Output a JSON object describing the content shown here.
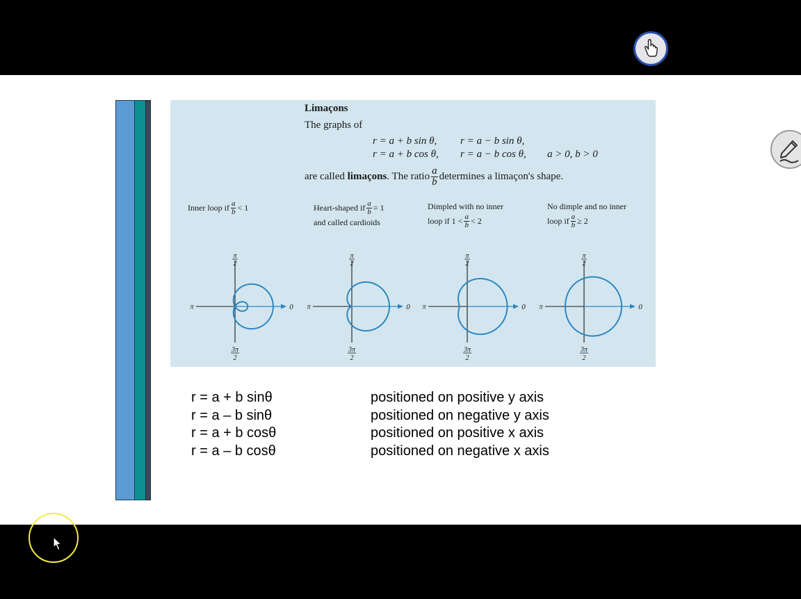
{
  "panel": {
    "title": "Limaçons",
    "intro": "The graphs of",
    "eq_row1_a": "r = a + b sin θ,",
    "eq_row1_b": "r = a − b sin θ,",
    "eq_row2_a": "r = a + b cos θ,",
    "eq_row2_b": "r = a − b cos θ,",
    "eq_row2_cond": "a > 0, b > 0",
    "called_prefix": "are called ",
    "called_bold": "limaçons",
    "called_mid": ". The ratio",
    "called_suffix": "determines a limaçon's shape.",
    "frac_num": "a",
    "frac_den": "b",
    "cases": [
      {
        "line1_pre": "Inner loop if",
        "line1_post": "< 1",
        "line2": ""
      },
      {
        "line1_pre": "Heart-shaped if",
        "line1_post": "= 1",
        "line2": "and called cardioids"
      },
      {
        "line1_pre": "Dimpled with no inner",
        "line1_post": "",
        "line2_pre": "loop if 1 <",
        "line2_post": "< 2"
      },
      {
        "line1_pre": "No dimple and no inner",
        "line1_post": "",
        "line2_pre": "loop if",
        "line2_post": "≥ 2"
      }
    ],
    "axis_labels": {
      "top_num": "π",
      "top_den": "2",
      "left": "π",
      "right": "0",
      "bottom_num": "3π",
      "bottom_den": "2"
    }
  },
  "equations": [
    {
      "eq": "r = a + b sinθ",
      "desc": "positioned on positive y axis"
    },
    {
      "eq": "r = a – b sinθ",
      "desc": "positioned on negative y axis"
    },
    {
      "eq": "r = a + b cosθ",
      "desc": "positioned on positive x axis"
    },
    {
      "eq": "r = a – b cosθ",
      "desc": "positioned on negative x axis"
    }
  ],
  "icons": {
    "pointer": "hand-pointer-icon",
    "pen": "pen-icon",
    "cursor": "mouse-cursor-icon"
  },
  "colors": {
    "panel_bg": "#d3e6ef",
    "curve": "#2e86c1",
    "stripe_blue": "#5b9bd5",
    "stripe_teal": "#0f9090"
  }
}
